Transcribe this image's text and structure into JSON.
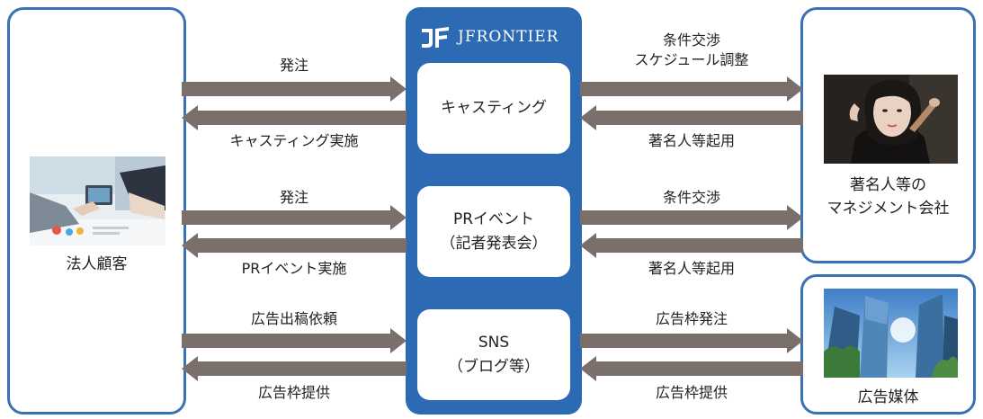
{
  "company": {
    "logo_text": "JFRONTIER",
    "services": [
      {
        "lines": [
          "キャスティング"
        ]
      },
      {
        "lines": [
          "PRイベント",
          "（記者発表会）"
        ]
      },
      {
        "lines": [
          "SNS",
          "（ブログ等）"
        ]
      }
    ]
  },
  "client": {
    "label": "法人顧客",
    "photo_icon": "business-meeting-photo"
  },
  "management": {
    "label_lines": [
      "著名人等の",
      "マネジメント会社"
    ],
    "photo_icon": "celebrity-woman-photo"
  },
  "media": {
    "label": "広告媒体",
    "photo_icon": "office-buildings-photo"
  },
  "left_flows": [
    {
      "to_company": "発注",
      "from_company": "キャスティング実施"
    },
    {
      "to_company": "発注",
      "from_company": "PRイベント実施"
    },
    {
      "to_company": "広告出稿依頼",
      "from_company": "広告枠提供"
    }
  ],
  "right_flows": [
    {
      "to_partner_lines": [
        "条件交渉",
        "スケジュール調整"
      ],
      "from_partner": "著名人等起用"
    },
    {
      "to_partner_lines": [
        "条件交渉"
      ],
      "from_partner": "著名人等起用"
    },
    {
      "to_partner_lines": [
        "広告枠発注"
      ],
      "from_partner": "広告枠提供"
    }
  ],
  "colors": {
    "box_border": "#3a72b6",
    "company_bg": "#2c6ab4",
    "arrow": "#7b6f6c"
  }
}
